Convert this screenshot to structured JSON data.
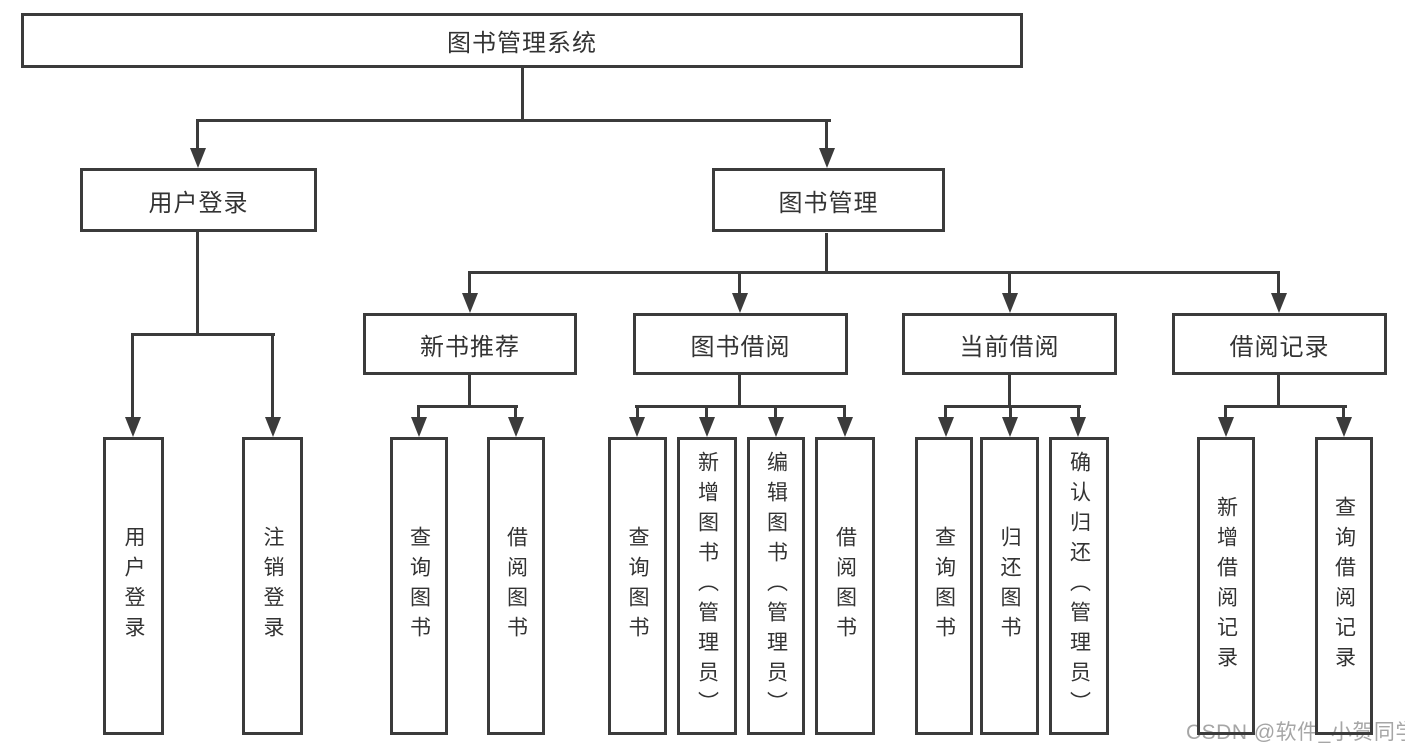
{
  "root": {
    "label": "图书管理系统"
  },
  "level2": [
    {
      "label": "用户登录"
    },
    {
      "label": "图书管理"
    }
  ],
  "level3": [
    {
      "label": "新书推荐",
      "parent": "图书管理"
    },
    {
      "label": "图书借阅",
      "parent": "图书管理"
    },
    {
      "label": "当前借阅",
      "parent": "图书管理"
    },
    {
      "label": "借阅记录",
      "parent": "图书管理"
    }
  ],
  "leaves": [
    {
      "label": "用户登录",
      "parent": "用户登录"
    },
    {
      "label": "注销登录",
      "parent": "用户登录"
    },
    {
      "label": "查询图书",
      "parent": "新书推荐"
    },
    {
      "label": "借阅图书",
      "parent": "新书推荐"
    },
    {
      "label": "查询图书",
      "parent": "图书借阅"
    },
    {
      "label": "新增图书（管理员）",
      "parent": "图书借阅"
    },
    {
      "label": "编辑图书（管理员）",
      "parent": "图书借阅"
    },
    {
      "label": "借阅图书",
      "parent": "图书借阅"
    },
    {
      "label": "查询图书",
      "parent": "当前借阅"
    },
    {
      "label": "归还图书",
      "parent": "当前借阅"
    },
    {
      "label": "确认归还（管理员）",
      "parent": "当前借阅"
    },
    {
      "label": "新增借阅记录",
      "parent": "借阅记录"
    },
    {
      "label": "查询借阅记录",
      "parent": "借阅记录"
    }
  ],
  "watermark": {
    "text": "CSDN @软件_小贺同学"
  },
  "colors": {
    "line": "#3b3b3b",
    "box_border": "#3b3b3b",
    "text": "#333333",
    "watermark": "#a6a6a6",
    "background": "#ffffff"
  }
}
